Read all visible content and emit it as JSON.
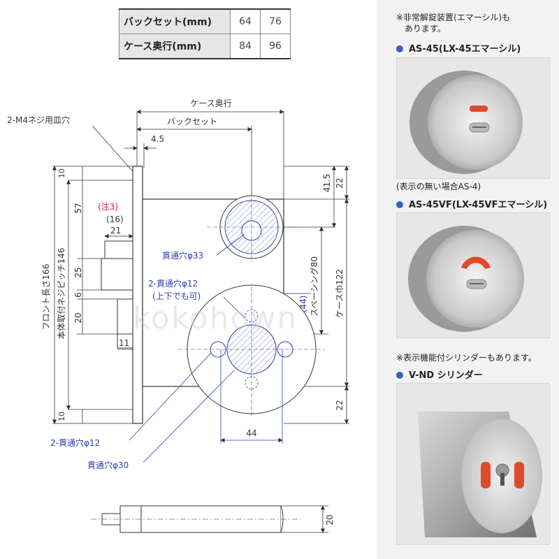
{
  "spec_table": {
    "rows": [
      {
        "label": "バックセット(mm)",
        "v1": "64",
        "v2": "76"
      },
      {
        "label": "ケース奥行(mm)",
        "v1": "84",
        "v2": "96"
      }
    ]
  },
  "drawing": {
    "label_case_depth": "ケース奥行",
    "label_backset": "バックセット",
    "label_screw_hole": "2-M4ネジ用皿穴",
    "dim_4_5": "4.5",
    "dim_10_top": "10",
    "dim_57": "57",
    "note3": "(注3)",
    "dim_16": "(16)",
    "dim_21": "21",
    "dim_25": "25",
    "dim_6": "6",
    "dim_20_left": "20",
    "dim_11": "11",
    "dim_10_bottom": "10",
    "front_length": "フロント長さ166",
    "body_pitch": "本体取付ネジピッチ146",
    "dim_41_5": "41.5",
    "dim_22_top": "22",
    "spacing": "スペーシング80",
    "case_width": "ケース巾122",
    "dim_44_paren": "(44)",
    "dim_22_bottom": "22",
    "dim_44": "44",
    "dim_20_bolt": "20",
    "hole_33": "貫通穴φ33",
    "hole_12a_line1": "2-貫通穴φ12",
    "hole_12a_line2": "(上下でも可)",
    "hole_12b": "2-貫通穴φ12",
    "hole_30": "貫通穴φ30"
  },
  "watermark": "kokohown",
  "right_panel": {
    "note_top_line1": "※非常解錠装置(エマーシル)も",
    "note_top_line2": "あります。",
    "product1": "AS-45(LX-45エマーシル)",
    "note_mid": "(表示の無い場合AS-4)",
    "product2": "AS-45VF(LX-45VFエマーシル)",
    "note_bottom": "※表示機能付シリンダーもあります。",
    "product3": "V-ND シリンダー"
  },
  "colors": {
    "dimension_line": "#2a3fb0",
    "note_red": "#d22424",
    "indicator_red": "#e04a2a",
    "bullet_blue": "#3b5bc6"
  }
}
